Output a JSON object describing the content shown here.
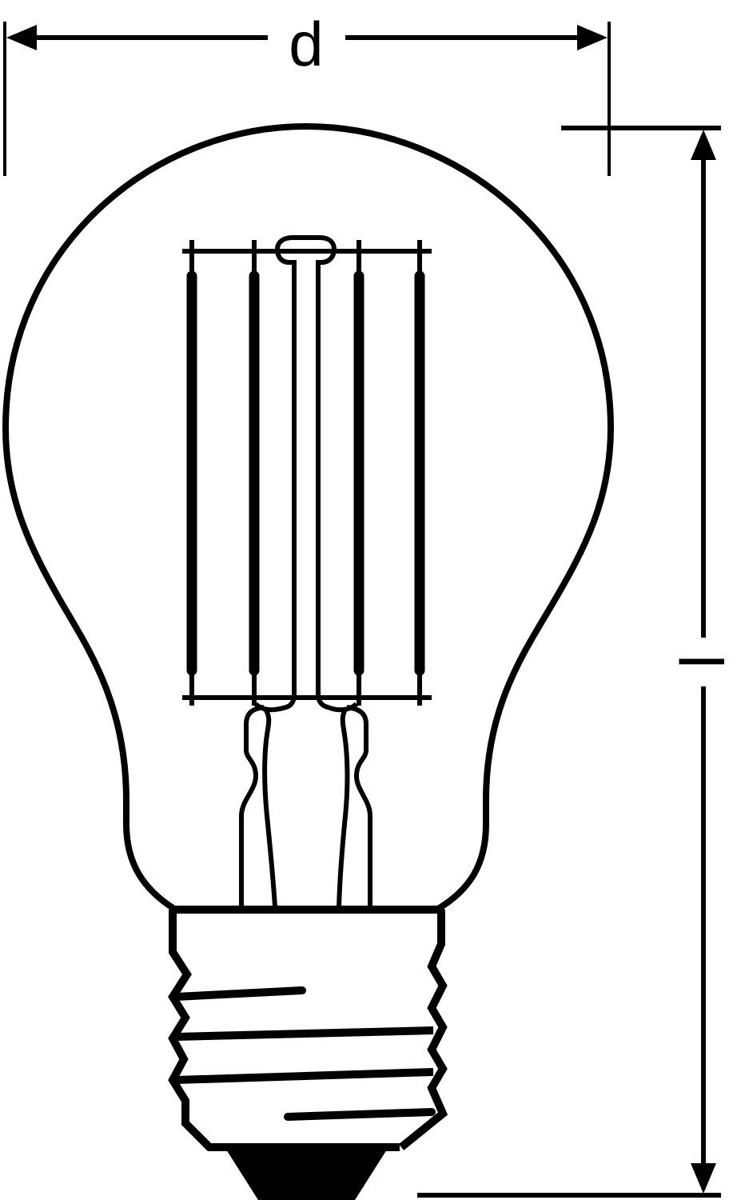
{
  "diagram": {
    "subject": "filament LED bulb dimensional drawing",
    "stroke_color": "#000000",
    "background_color": "#ffffff",
    "dimensions": {
      "width_label": "d",
      "length_label": "l"
    },
    "parts": {
      "bulb": "glass-bulb-outline",
      "filaments": 4,
      "support_wires": 2,
      "base": "screw-base-threads",
      "contact": "base-contact"
    }
  }
}
